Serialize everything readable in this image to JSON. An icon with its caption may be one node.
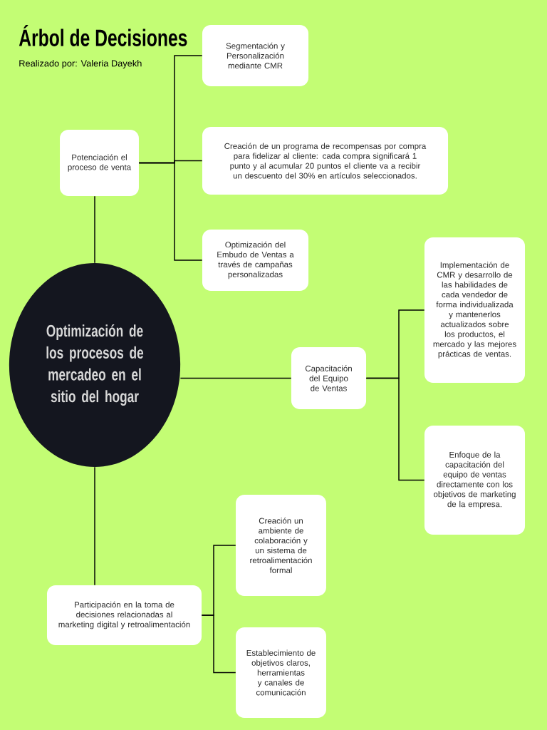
{
  "diagram": {
    "title": "Árbol de Decisiones",
    "nodes": [
      {
        "text": [
          "Optimización de los procesos de mercadeo en el sitio del hogar"
        ]
      },
      {
        "text": [
          "Potenciación el proceso de venta"
        ]
      },
      {
        "text": [
          "Segmentación y Personalización mediante CMR"
        ]
      },
      {
        "text": [
          "Creación de un programa de recompensas por compra para fidelizar al cliente: cada compra significará 1 punto y al acumular 20 puntos el cliente va a recibir un descuento del 30% en artículos seleccionados."
        ]
      },
      {
        "text": [
          "Optimización del Embudo de Ventas a través de campañas personalizadas"
        ]
      },
      {
        "text": [
          "Capacitación del Equipo de Ventas"
        ]
      },
      {
        "text": [
          "Implementación de CMR y desarrollo de las habilidades de cada vendedor de forma individualizada y mantenerlos actualizados sobre los productos, el mercado y las mejores prácticas de ventas."
        ]
      },
      {
        "text": [
          "Enfoque de la capacitación del equipo de ventas directamente con los objetivos de marketing de la empresa."
        ]
      },
      {
        "text": [
          "Participación en la toma de decisiones relacionadas al marketing digital y retroalimentación"
        ]
      },
      {
        "text": [
          "Creación un ambiente de colaboración y un sistema de retroalimentación formal"
        ]
      },
      {
        "text": [
          "Establecimiento de objetivos claros, herramientas y canales de comunicación"
        ]
      }
    ],
    "edges": [
      {
        "from": 0,
        "to": 1,
        "arrow": "none"
      },
      {
        "from": 1,
        "to": 2,
        "arrow": "none"
      },
      {
        "from": 1,
        "to": 3,
        "arrow": "none"
      },
      {
        "from": 1,
        "to": 4,
        "arrow": "none"
      },
      {
        "from": 0,
        "to": 5,
        "arrow": "none"
      },
      {
        "from": 5,
        "to": 6,
        "arrow": "none"
      },
      {
        "from": 5,
        "to": 7,
        "arrow": "none"
      },
      {
        "from": 0,
        "to": 8,
        "arrow": "none"
      },
      {
        "from": 8,
        "to": 9,
        "arrow": "none"
      },
      {
        "from": 8,
        "to": 10,
        "arrow": "none"
      }
    ],
    "labels": [
      "Realizado por: Valeria Dayekh"
    ]
  }
}
